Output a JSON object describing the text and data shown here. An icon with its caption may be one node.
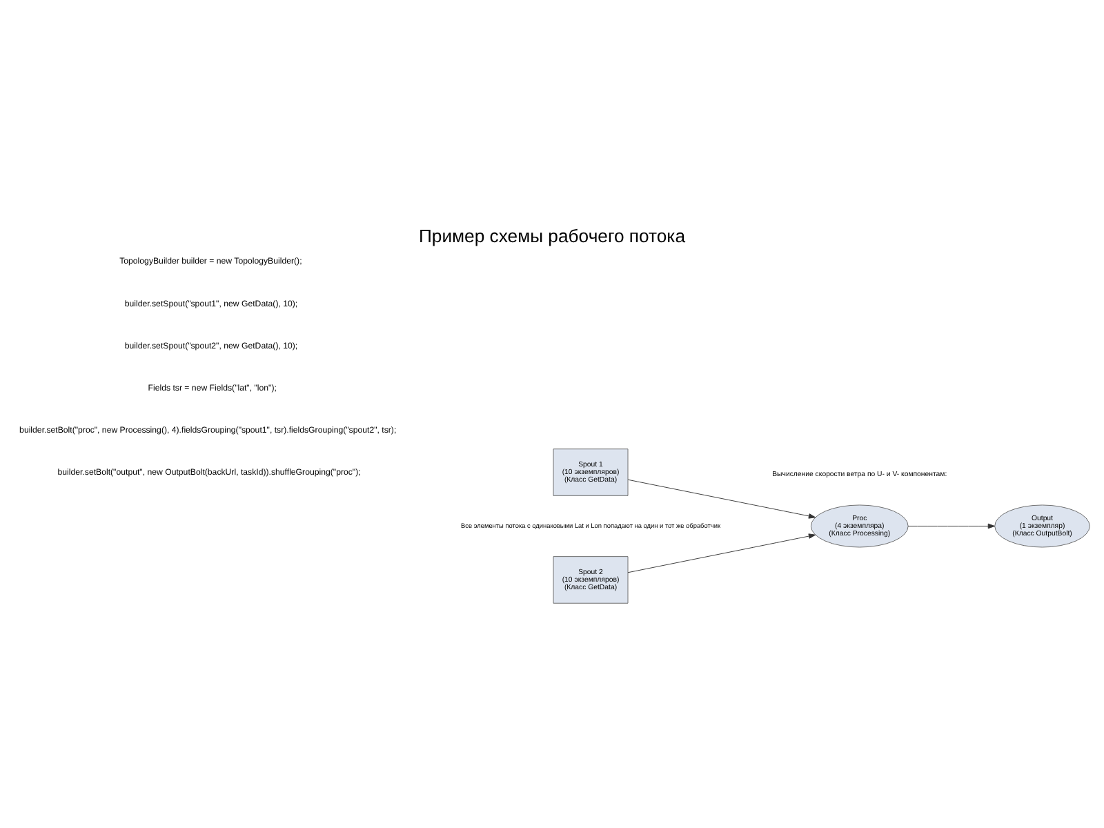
{
  "diagram": {
    "title": "Пример схемы рабочего потока",
    "nodes": [
      {
        "text": [
          "Spout 1",
          "(10 экземпляров)",
          "(Класс GetData)"
        ]
      },
      {
        "text": [
          "Spout 2",
          "(10 экземпляров)",
          "(Класс GetData)"
        ]
      },
      {
        "text": [
          "Proc",
          "(4 экземпляра)",
          "(Класс Processing)"
        ]
      },
      {
        "text": [
          "Output",
          "(1 экземпляр)",
          "(Класс OutputBolt)"
        ]
      }
    ],
    "edges": [
      {
        "from": 0,
        "to": 2,
        "arrow": "to"
      },
      {
        "from": 1,
        "to": 2,
        "arrow": "to"
      },
      {
        "from": 2,
        "to": 3,
        "arrow": "to"
      }
    ],
    "labels": [
      "TopologyBuilder builder = new TopologyBuilder();",
      "builder.setSpout(\"spout1\", new GetData(), 10);",
      "builder.setSpout(\"spout2\", new GetData(), 10);",
      "Fields tsr = new Fields(\"lat\", \"lon\");",
      "builder.setBolt(\"proc\", new Processing(), 4).fieldsGrouping(\"spout1\", tsr).fieldsGrouping(\"spout2\", tsr);",
      "builder.setBolt(\"output\", new OutputBolt(backUrl, taskId)).shuffleGrouping(\"proc\");",
      "Вычисление скорости ветра по U- и V- компонентам:",
      "Все элементы потока с одинаковыми Lat и Lon попадают на один и тот же обработчик"
    ]
  }
}
